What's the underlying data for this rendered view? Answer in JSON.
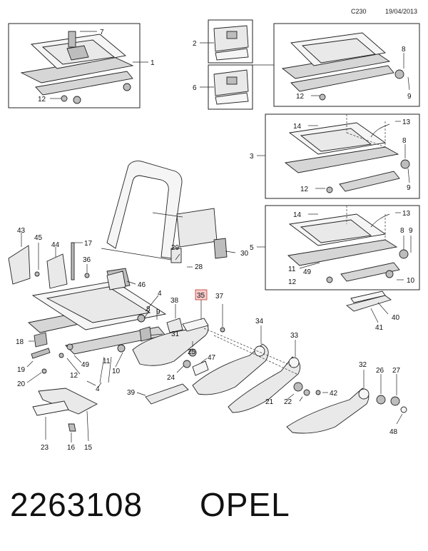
{
  "header": {
    "code": "C230",
    "date": "19/04/2013"
  },
  "footer": {
    "part_number": "2263108",
    "brand": "OPEL"
  },
  "callouts": {
    "c1": "1",
    "c2": "2",
    "c3": "3",
    "c4": "4",
    "c5": "5",
    "c6": "6",
    "c7": "7",
    "c8": "8",
    "c9": "9",
    "c10": "10",
    "c11": "11",
    "c12": "12",
    "c13": "13",
    "c14": "14",
    "c15": "15",
    "c16": "16",
    "c17": "17",
    "c18": "18",
    "c19": "19",
    "c20": "20",
    "c21": "21",
    "c22": "22",
    "c23": "23",
    "c24": "24",
    "c25": "25",
    "c26": "26",
    "c27": "27",
    "c28": "28",
    "c29": "29",
    "c30": "30",
    "c31": "31",
    "c32": "32",
    "c33": "33",
    "c34": "34",
    "c35": "35",
    "c36": "36",
    "c37": "37",
    "c38": "38",
    "c39": "39",
    "c40": "40",
    "c41": "41",
    "c42": "42",
    "c43": "43",
    "c44": "44",
    "c45": "45",
    "c46": "46",
    "c47": "47",
    "c48": "48",
    "c49": "49"
  },
  "highlighted_callout": "35",
  "colors": {
    "highlight_fill": "#f6c9c9",
    "highlight_stroke": "#c0392b",
    "line": "#222222"
  }
}
